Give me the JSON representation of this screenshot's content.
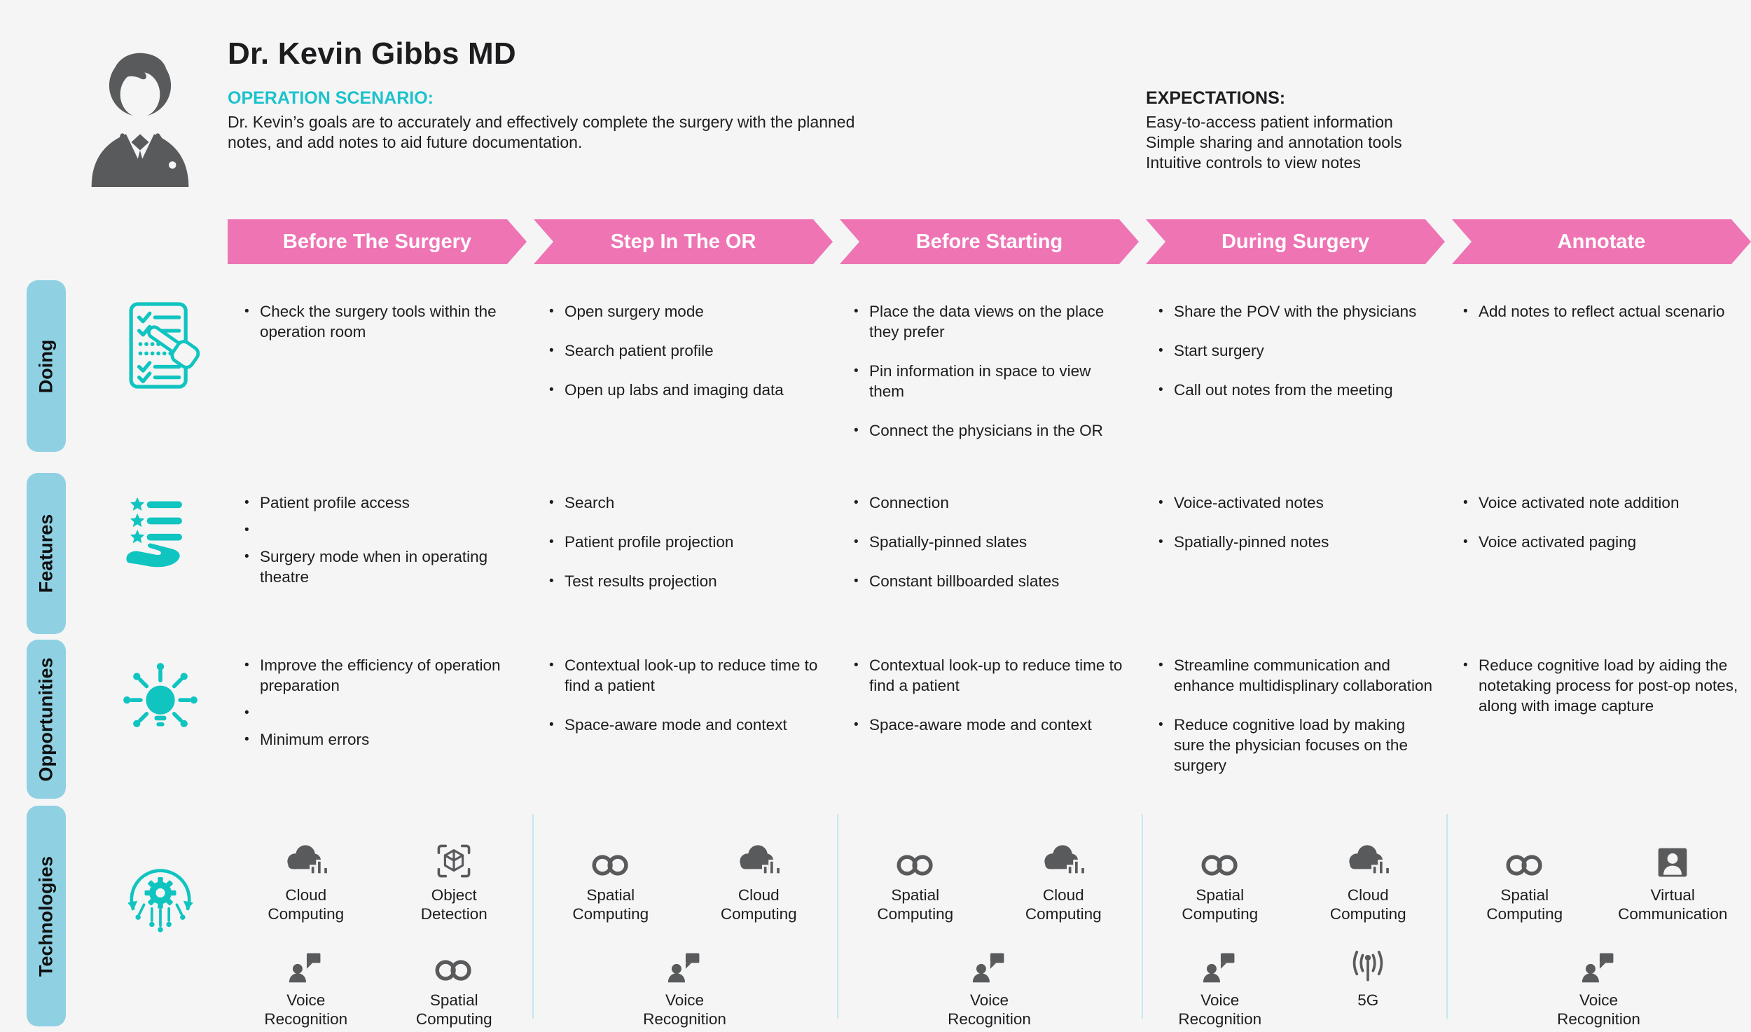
{
  "colors": {
    "background": "#f5f5f6",
    "text": "#1d1d1f",
    "accent_teal": "#1cc2cc",
    "icon_teal": "#10c4c0",
    "banner_pink": "#ee74b4",
    "pill_blue": "#8fd1e3",
    "icon_gray": "#595a5c",
    "divider_blue": "#c4e7f3"
  },
  "glyphs": {
    "bullet_char": "•"
  },
  "persona": {
    "name": "Dr. Kevin Gibbs MD",
    "avatar_icon": "doctor-avatar-icon",
    "scenario_label": "OPERATION SCENARIO:",
    "scenario_text": "Dr. Kevin’s goals are to accurately and effectively complete the surgery with the planned notes, and add notes to aid future documentation.",
    "expectations_label": "EXPECTATIONS:",
    "expectations": [
      "Easy-to-access patient information",
      "Simple sharing and annotation tools",
      "Intuitive controls to view notes"
    ]
  },
  "stages": [
    "Before The Surgery",
    "Step In The OR",
    "Before Starting",
    "During Surgery",
    "Annotate"
  ],
  "rows": [
    {
      "id": "doing",
      "label": "Doing",
      "icon": "checklist-hand-icon",
      "columns": [
        [
          "Check the surgery tools within the operation room"
        ],
        [
          "Open surgery mode",
          "Search patient profile",
          "Open up labs and imaging data"
        ],
        [
          "Place the data views on the place they prefer",
          "Pin information in space to view them",
          "Connect the physicians in the OR"
        ],
        [
          "Share the POV with the physicians",
          "Start surgery",
          "Call out notes from the meeting"
        ],
        [
          "Add notes to reflect actual scenario"
        ]
      ]
    },
    {
      "id": "features",
      "label": "Features",
      "icon": "feature-list-hand-icon",
      "columns": [
        [
          "Patient profile access",
          "",
          "Surgery mode when in operating theatre"
        ],
        [
          "Search",
          "Patient profile projection",
          "Test results projection"
        ],
        [
          "Connection",
          "Spatially-pinned slates",
          "Constant billboarded slates"
        ],
        [
          "Voice-activated notes",
          "Spatially-pinned notes"
        ],
        [
          "Voice activated note addition",
          "Voice activated paging"
        ]
      ]
    },
    {
      "id": "opportunities",
      "label": "Opportunities",
      "icon": "idea-bulb-icon",
      "columns": [
        [
          "Improve the efficiency of operation preparation",
          "",
          "Minimum errors"
        ],
        [
          "Contextual look-up to reduce time to find a patient",
          "Space-aware mode and context"
        ],
        [
          "Contextual look-up to reduce time to find a patient",
          "Space-aware mode and context"
        ],
        [
          "Streamline communication and enhance multidisplinary collaboration",
          "Reduce cognitive load by making sure the physician focuses on the surgery"
        ],
        [
          "Reduce cognitive load by aiding the notetaking process for post-op notes, along with image capture"
        ]
      ]
    }
  ],
  "technologies": {
    "id": "technologies",
    "label": "Technologies",
    "icon": "gear-process-icon",
    "columns": [
      [
        {
          "icon": "cloud-computing-icon",
          "label": "Cloud Computing"
        },
        {
          "icon": "object-detection-icon",
          "label": "Object Detection"
        },
        {
          "icon": "voice-recognition-icon",
          "label": "Voice Recognition"
        },
        {
          "icon": "spatial-computing-icon",
          "label": "Spatial Computing"
        }
      ],
      [
        {
          "icon": "spatial-computing-icon",
          "label": "Spatial Computing"
        },
        {
          "icon": "cloud-computing-icon",
          "label": "Cloud Computing"
        },
        {
          "icon": "voice-recognition-icon",
          "label": "Voice Recognition"
        }
      ],
      [
        {
          "icon": "spatial-computing-icon",
          "label": "Spatial Computing"
        },
        {
          "icon": "cloud-computing-icon",
          "label": "Cloud Computing"
        },
        {
          "icon": "voice-recognition-icon",
          "label": "Voice Recognition"
        }
      ],
      [
        {
          "icon": "spatial-computing-icon",
          "label": "Spatial Computing"
        },
        {
          "icon": "cloud-computing-icon",
          "label": "Cloud Computing"
        },
        {
          "icon": "voice-recognition-icon",
          "label": "Voice Recognition"
        },
        {
          "icon": "five-g-icon",
          "label": "5G"
        }
      ],
      [
        {
          "icon": "spatial-computing-icon",
          "label": "Spatial Computing"
        },
        {
          "icon": "virtual-communication-icon",
          "label": "Virtual Communication"
        },
        {
          "icon": "voice-recognition-icon",
          "label": "Voice Recognition"
        }
      ]
    ]
  }
}
